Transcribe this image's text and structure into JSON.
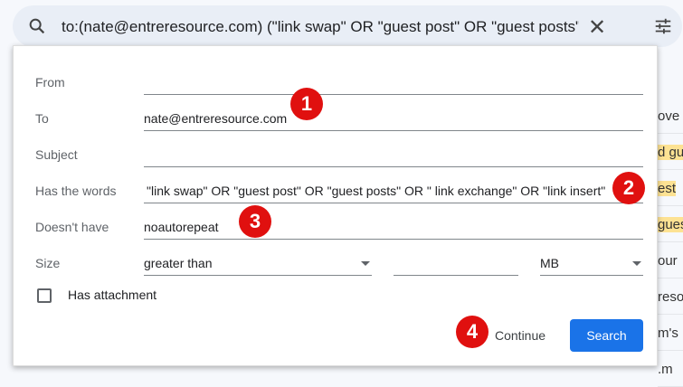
{
  "search": {
    "query": "to:(nate@entreresource.com) (\"link swap\" OR \"guest post\" OR \"guest posts\" OR"
  },
  "form": {
    "from": {
      "label": "From",
      "value": ""
    },
    "to": {
      "label": "To",
      "value": "nate@entreresource.com"
    },
    "subject": {
      "label": "Subject",
      "value": ""
    },
    "has_words": {
      "label": "Has the words",
      "value": "\"link swap\" OR \"guest post\" OR \"guest posts\" OR \" link exchange\" OR \"link insert\""
    },
    "doesnt_have": {
      "label": "Doesn't have",
      "value": "noautorepeat"
    },
    "size": {
      "label": "Size",
      "comparator": "greater than",
      "value": "",
      "unit": "MB"
    },
    "attachment": {
      "label": "Has attachment",
      "checked": false
    },
    "continue_label": "Continue",
    "search_label": "Search"
  },
  "badges": [
    "1",
    "2",
    "3",
    "4"
  ],
  "background_rows": [
    "ove",
    "d gu",
    "est",
    "gues",
    "our",
    "reso",
    "m's",
    ".m"
  ],
  "colors": {
    "accent": "#1a73e8",
    "badge": "#e0100f"
  }
}
